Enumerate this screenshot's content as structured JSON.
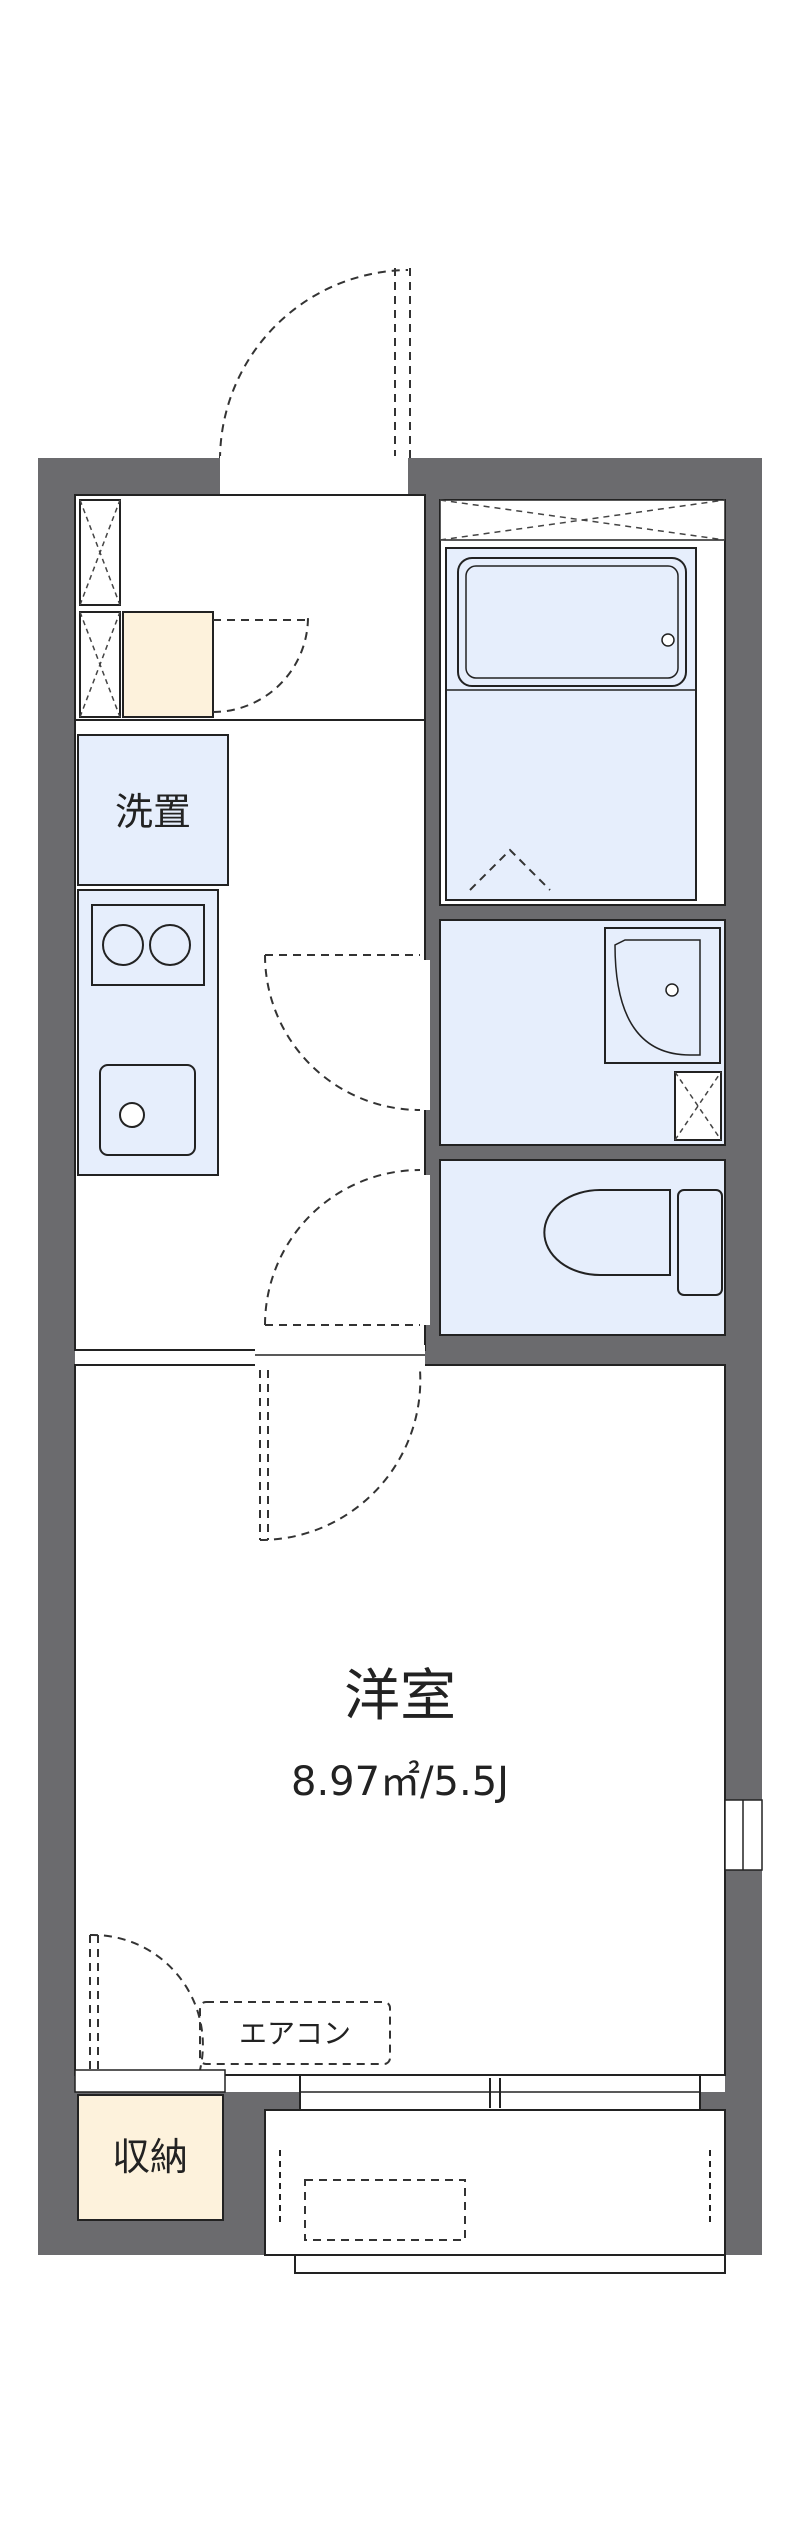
{
  "rooms": {
    "washer": {
      "label": "洗置"
    },
    "western_room": {
      "label": "洋室",
      "area": "8.97㎡/5.5J"
    },
    "storage": {
      "label": "収納"
    },
    "air_conditioner": {
      "label": "エアコン"
    }
  },
  "colors": {
    "wall": "#6b6b6e",
    "fixture_blue": "#e6eefc",
    "storage_cream": "#fdf2dc",
    "line": "#222222"
  }
}
